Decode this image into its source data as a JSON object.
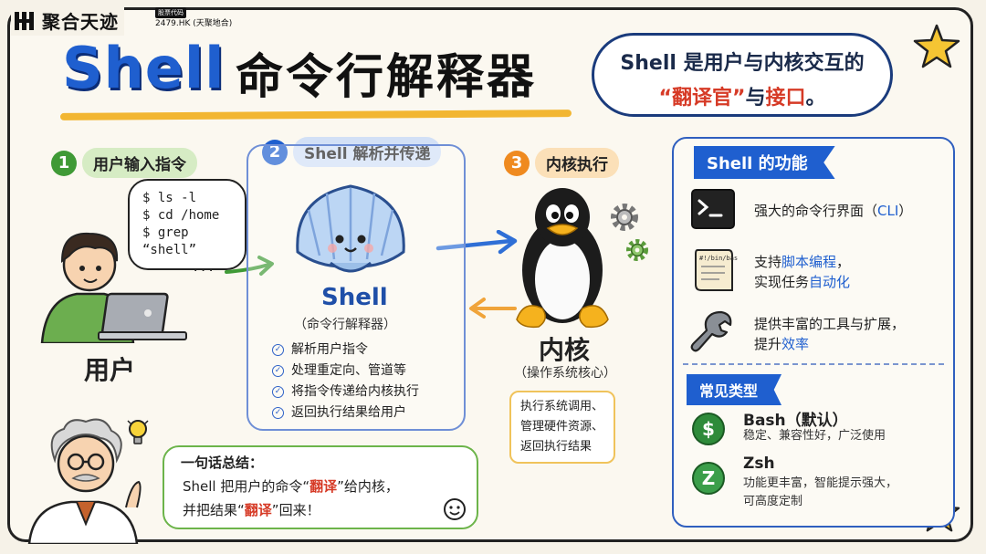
{
  "logo": {
    "name": "聚合天迹",
    "stock_tag": "股票代码",
    "stock_code": "2479.HK (天聚地合)"
  },
  "title": {
    "en": "Shell",
    "cn": "命令行解释器"
  },
  "cloud": {
    "line1": "Shell 是用户与内核交互的",
    "line2_quote": "“翻译官”",
    "line2_mid": "与",
    "line2_red": "接口",
    "line2_end": "。"
  },
  "steps": [
    {
      "num": "1",
      "label": "用户输入指令",
      "color": "#3f9a36",
      "bg": "#d6ecc4"
    },
    {
      "num": "2",
      "label": "Shell 解析并传递",
      "color": "#1f5fcf",
      "bg": "#d2e0f6"
    },
    {
      "num": "3",
      "label": "内核执行",
      "color": "#ef8a1f",
      "bg": "#fbe0b8"
    }
  ],
  "commands": [
    "$ ls -l",
    "$ cd /home",
    "$ grep “shell”",
    "..."
  ],
  "user": {
    "label": "用户"
  },
  "shell": {
    "name": "Shell",
    "subtitle": "（命令行解释器）",
    "functions": [
      "解析用户指令",
      "处理重定向、管道等",
      "将指令传递给内核执行",
      "返回执行结果给用户"
    ]
  },
  "kernel": {
    "name": "内核",
    "subtitle": "（操作系统核心）",
    "tasks": [
      "执行系统调用、",
      "管理硬件资源、",
      "返回执行结果"
    ]
  },
  "summary": {
    "title": "一句话总结：",
    "l1_a": "Shell 把用户的命令“",
    "l1_red": "翻译",
    "l1_b": "”给内核，",
    "l2_a": "并把结果“",
    "l2_red": "翻译",
    "l2_b": "”回来！"
  },
  "panel": {
    "title": "Shell 的功能",
    "features": [
      {
        "icon": "terminal-icon",
        "text_a": "强大的命令行界面（",
        "text_blue": "CLI",
        "text_b": "）"
      },
      {
        "icon": "script-scroll-icon",
        "scroll_label": "#!/bin/bash",
        "line1_a": "支持",
        "line1_blue": "脚本编程",
        "line1_b": "，",
        "line2_a": "实现任务",
        "line2_blue": "自动化"
      },
      {
        "icon": "wrench-icon",
        "line1": "提供丰富的工具与扩展，",
        "line2_a": "提升",
        "line2_blue": "效率"
      }
    ],
    "types_title": "常见类型",
    "types": [
      {
        "icon": "dollar-badge-icon",
        "symbol": "$",
        "name": "Bash（默认）",
        "desc": "稳定、兼容性好，广泛使用"
      },
      {
        "icon": "z-badge-icon",
        "symbol": "Z",
        "name": "Zsh",
        "desc_l1": "功能更丰富，智能提示强大，",
        "desc_l2": "可高度定制"
      }
    ]
  },
  "colors": {
    "accent_blue": "#1f5fcf",
    "accent_red": "#d63a26",
    "accent_yellow": "#f2b632",
    "accent_green": "#3f9a36",
    "accent_orange": "#ef8a1f"
  }
}
